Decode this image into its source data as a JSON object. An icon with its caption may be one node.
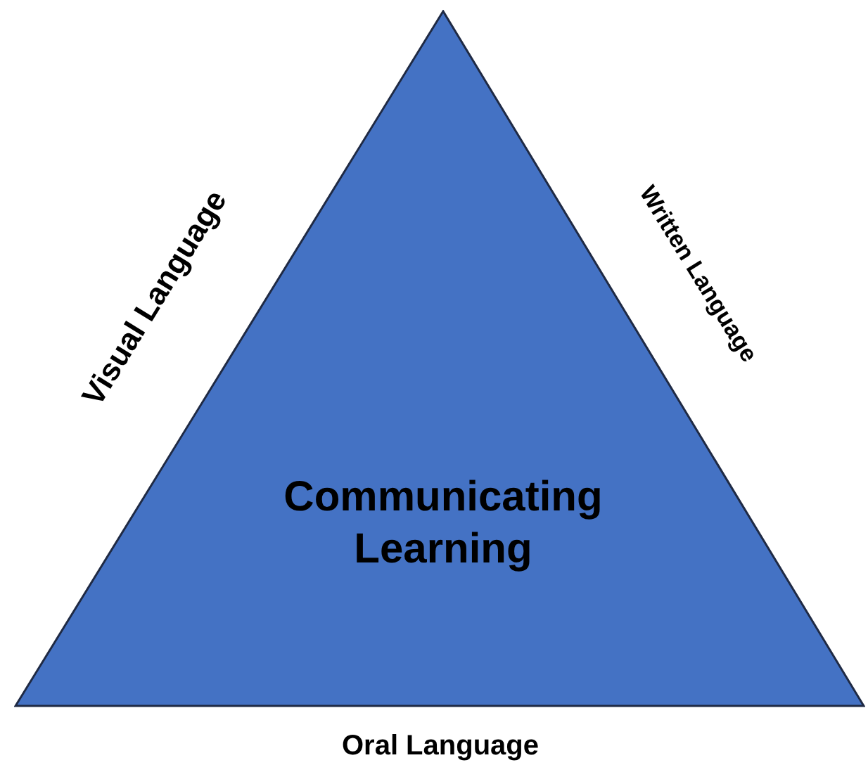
{
  "diagram": {
    "nodes": [
      {
        "text": [
          "Communicating Learning"
        ]
      }
    ],
    "edges": [],
    "labels": [
      "Visual Language",
      "Written Language",
      "Oral Language"
    ]
  }
}
